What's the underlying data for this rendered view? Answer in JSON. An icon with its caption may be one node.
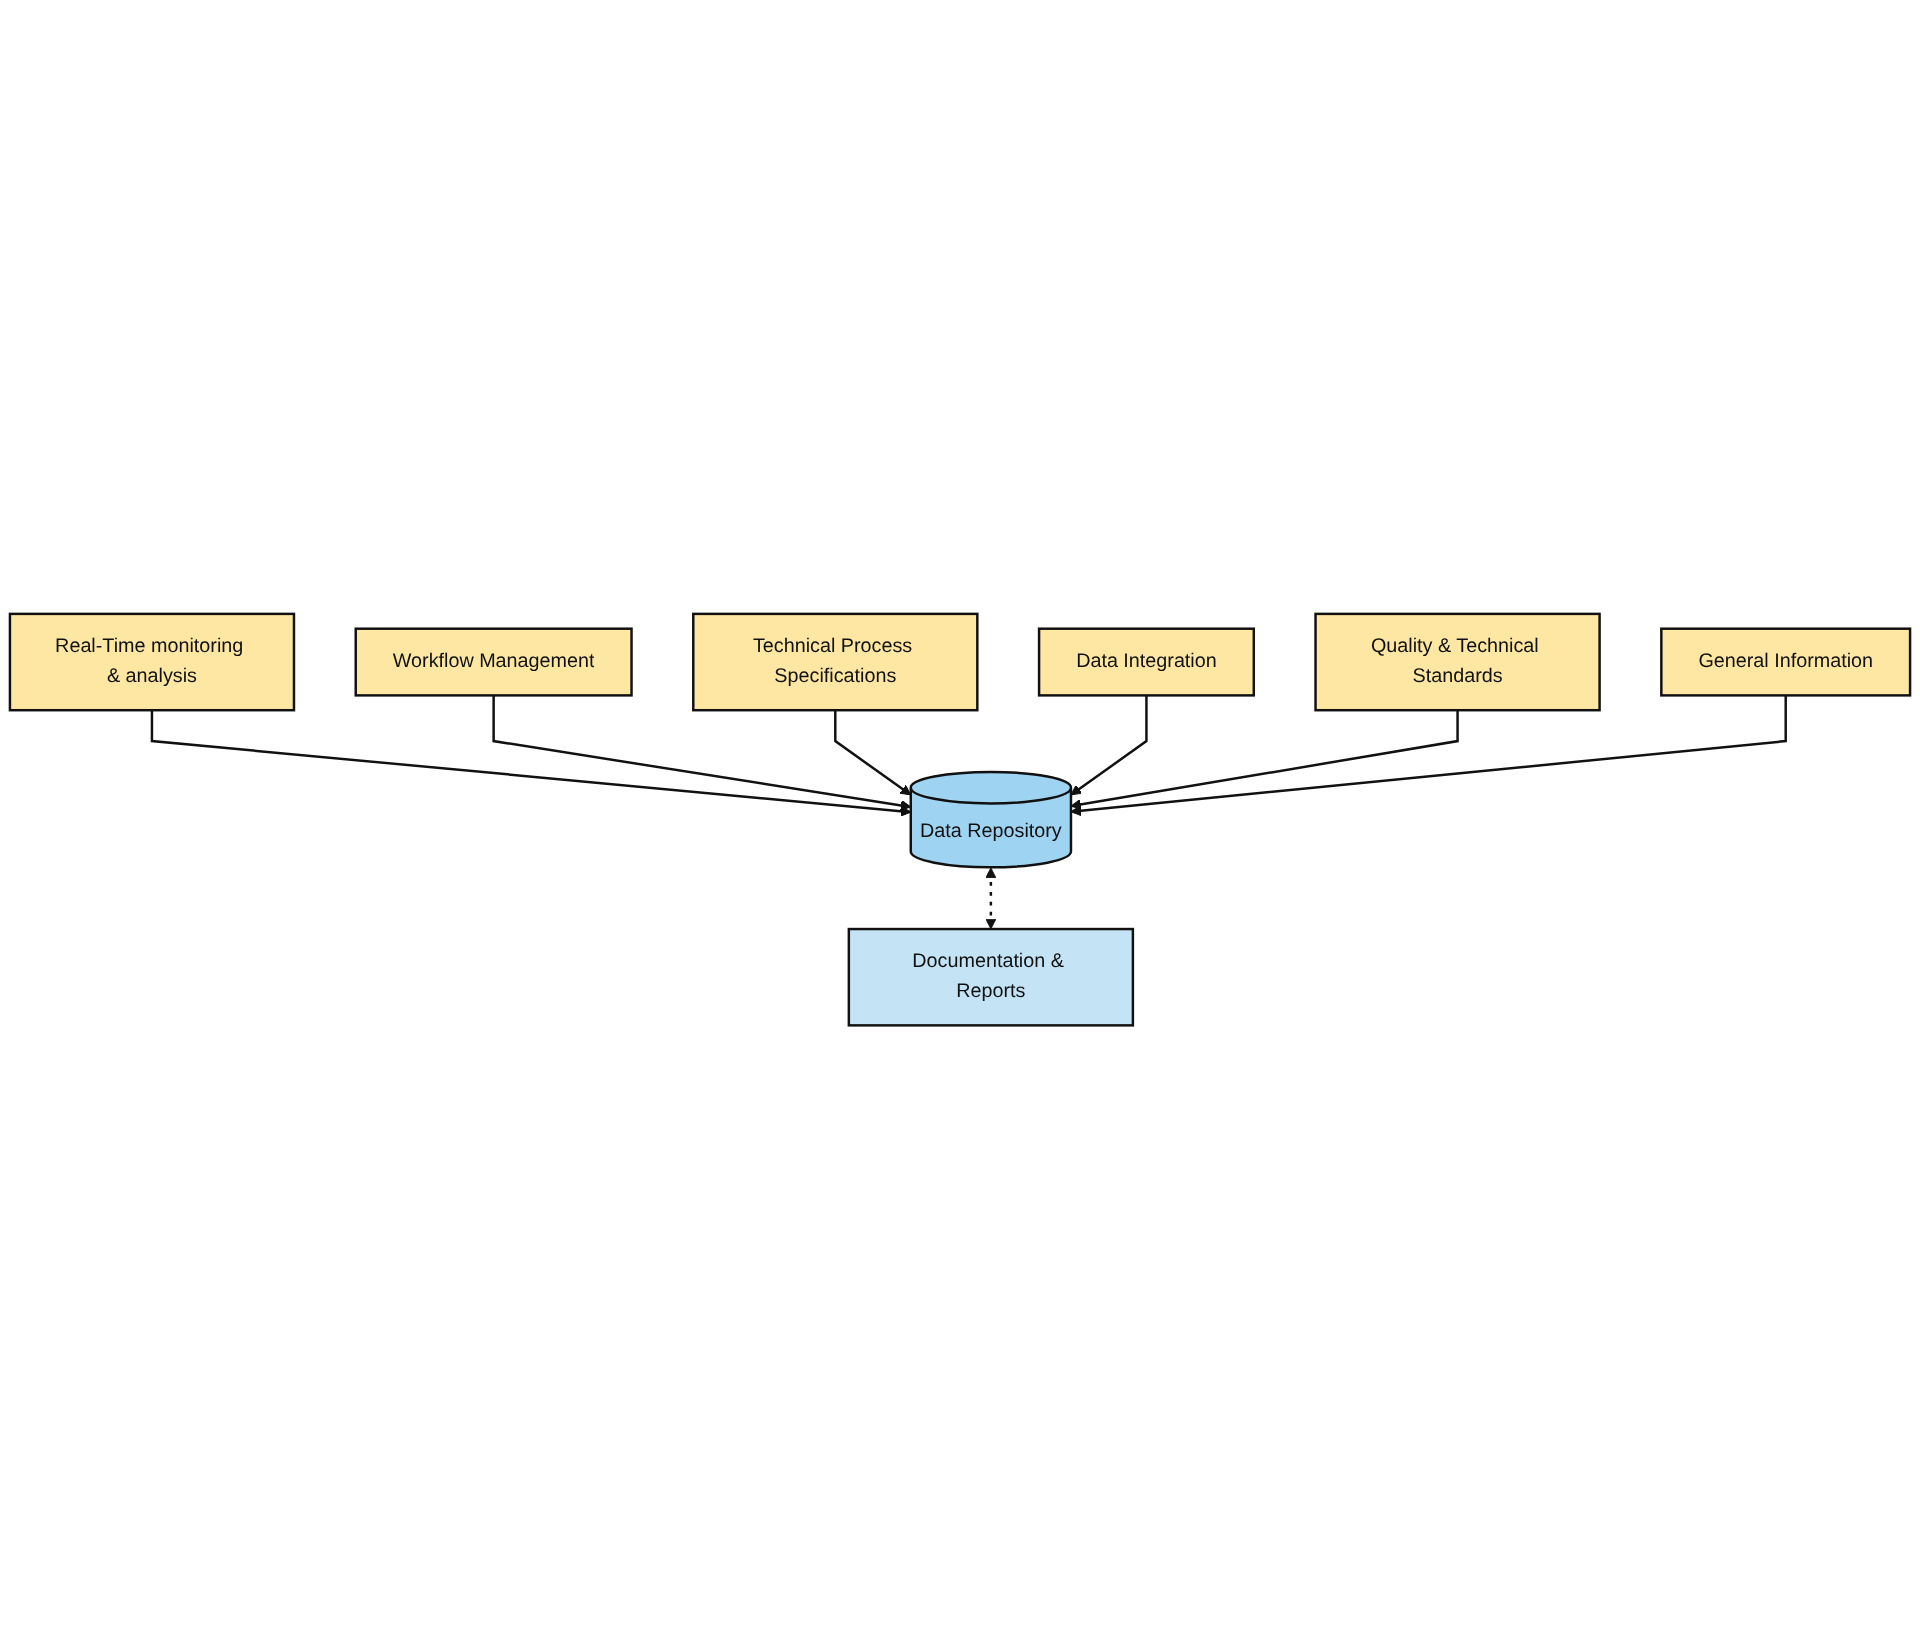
{
  "diagram": {
    "nodes": [
      {
        "text": [
          "Real-Time monitoring & analysis"
        ]
      },
      {
        "text": [
          "Workflow Management"
        ]
      },
      {
        "text": [
          "Technical Process Specifications"
        ]
      },
      {
        "text": [
          "Data Integration"
        ]
      },
      {
        "text": [
          "Quality & Technical Standards"
        ]
      },
      {
        "text": [
          "General Information"
        ]
      },
      {
        "text": [
          "Data Repository"
        ]
      },
      {
        "text": [
          "Documentation & Reports"
        ]
      }
    ],
    "edges": [
      {
        "from": 0,
        "to": 6,
        "arrow": "to"
      },
      {
        "from": 1,
        "to": 6,
        "arrow": "to"
      },
      {
        "from": 2,
        "to": 6,
        "arrow": "to"
      },
      {
        "from": 3,
        "to": 6,
        "arrow": "to"
      },
      {
        "from": 4,
        "to": 6,
        "arrow": "to"
      },
      {
        "from": 5,
        "to": 6,
        "arrow": "to"
      },
      {
        "from": 6,
        "to": 7,
        "arrow": "both",
        "style": "dashed"
      }
    ]
  }
}
